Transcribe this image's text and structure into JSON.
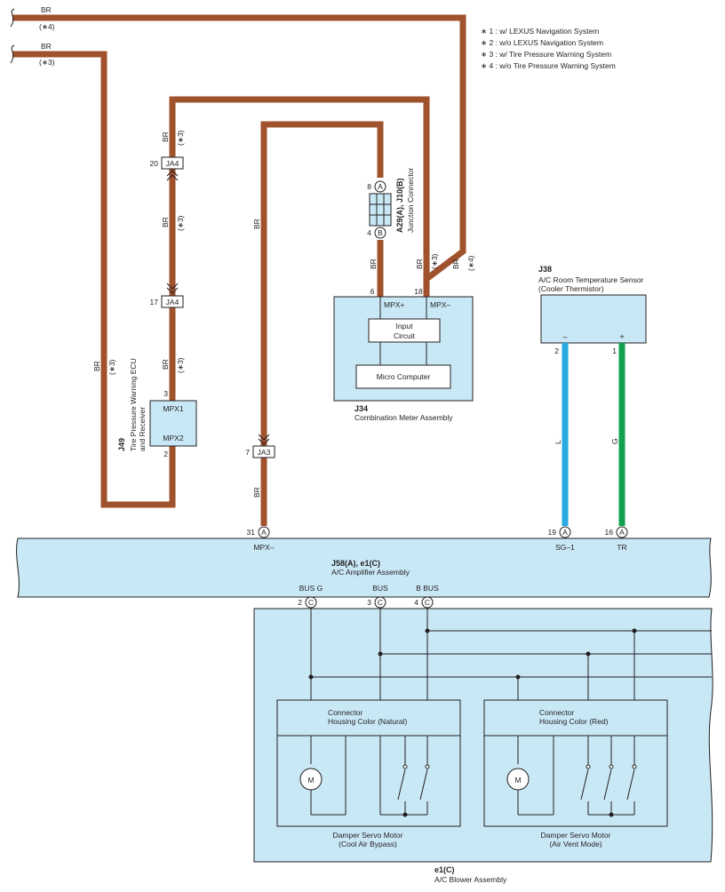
{
  "notes": [
    "∗ 1 : w/ LEXUS Navigation System",
    "∗ 2 : w/o LEXUS Navigation System",
    "∗ 3 : w/ Tire Pressure Warning System",
    "∗ 4 : w/o Tire Pressure Warning System"
  ],
  "wire_labels": {
    "br": "BR",
    "star3": "(∗3)",
    "star4": "(∗4)",
    "l": "L",
    "g": "G"
  },
  "connectors": {
    "ja4": "JA4",
    "ja3": "JA3",
    "pin_a": "A",
    "pin_b": "B",
    "pin_c": "C"
  },
  "pins": {
    "p20": "20",
    "p17": "17",
    "p3": "3",
    "p2": "2",
    "p7": "7",
    "p8": "8",
    "p4": "4",
    "p6": "6",
    "p18": "18",
    "p31": "31",
    "p19": "19",
    "p16": "16",
    "p1": "1",
    "pc2": "2",
    "pc3": "3",
    "pc4": "4"
  },
  "j49": {
    "code": "J49",
    "name_line1": "Tire Pressure Warning ECU",
    "name_line2": "and Receiver",
    "mpx1": "MPX1",
    "mpx2": "MPX2"
  },
  "junction": {
    "code": "A29(A), J10(B)",
    "name": "Junction Connector"
  },
  "j34": {
    "code": "J34",
    "name": "Combination Meter Assembly",
    "mpx_plus": "MPX+",
    "mpx_minus": "MPX–",
    "input_line1": "Input",
    "input_line2": "Circuit",
    "micro": "Micro Computer"
  },
  "j38": {
    "code": "J38",
    "name_line1": "A/C Room Temperature Sensor",
    "name_line2": "(Cooler Thermistor)",
    "minus": "–",
    "plus": "+"
  },
  "amplifier": {
    "code": "J58(A), e1(C)",
    "name": "A/C Amplifier Assembly",
    "mpx_minus": "MPX–",
    "sg1": "SG–1",
    "tr": "TR",
    "bus_g": "BUS G",
    "bus": "BUS",
    "b_bus": "B BUS"
  },
  "blower": {
    "code": "e1(C)",
    "name": "A/C Blower Assembly",
    "conn_left_line1": "Connector",
    "conn_left_line2": "Housing Color (Natural)",
    "conn_right_line1": "Connector",
    "conn_right_line2": "Housing Color (Red)",
    "motor_symbol": "M",
    "servo_left_line1": "Damper Servo Motor",
    "servo_left_line2": "(Cool Air Bypass)",
    "servo_right_line1": "Damper Servo Motor",
    "servo_right_line2": "(Air Vent Mode)"
  },
  "colors": {
    "wire_br": "#a0522d",
    "wire_l": "#29a9e1",
    "wire_g": "#10a050",
    "component_fill": "#c9e8f6"
  }
}
